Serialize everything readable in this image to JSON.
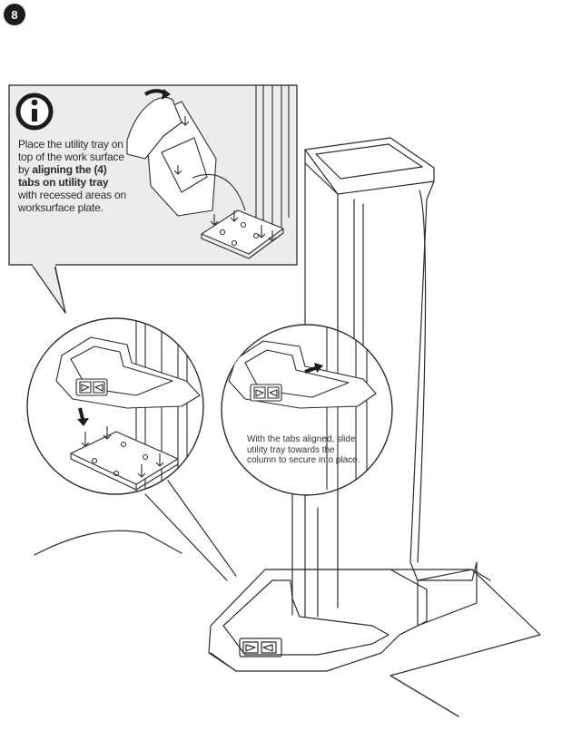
{
  "step_number": "8",
  "info_icon": "info-icon",
  "callout": {
    "part1": "Place the utility tray on top of the work surface by ",
    "bold": "aligning the (4) tabs on utility tray",
    "part2": " with recessed areas on worksurface plate."
  },
  "slide_instruction": "With the tabs aligned, slide utility tray towards the column to secure into place.",
  "colors": {
    "line": "#2b2b2b",
    "panel_bg": "#ececec",
    "badge": "#1c1c1c"
  }
}
